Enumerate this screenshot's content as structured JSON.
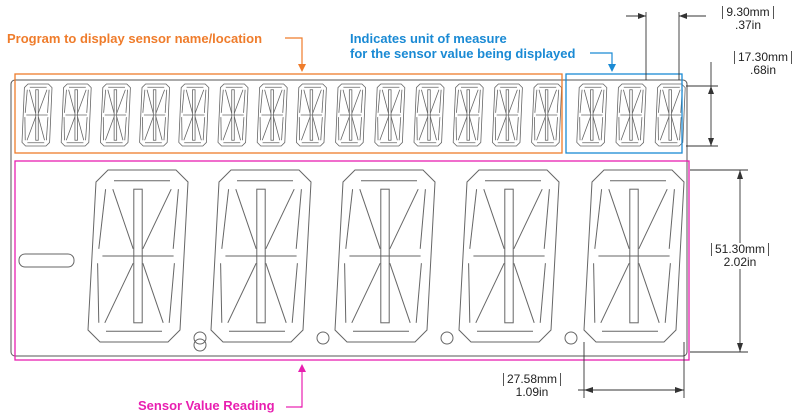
{
  "annotations": {
    "program_label": "Program to display sensor name/location",
    "unit_label_line1": "Indicates unit of measure",
    "unit_label_line2": "for the sensor value being displayed",
    "value_label": "Sensor Value Reading"
  },
  "dimensions": {
    "small_digit_width": {
      "mm": "9.30mm",
      "in": ".37in"
    },
    "small_digit_height": {
      "mm": "17.30mm",
      "in": ".68in"
    },
    "large_digit_height": {
      "mm": "51.30mm",
      "in": "2.02in"
    },
    "large_digit_width": {
      "mm": "27.58mm",
      "in": "1.09in"
    }
  },
  "display": {
    "small_digit_count": 17,
    "name_digit_count": 14,
    "unit_digit_count": 3,
    "large_digit_count": 5
  },
  "colors": {
    "orange": "#ef7c2b",
    "blue": "#1a8ad4",
    "magenta": "#e81fb0",
    "line": "#555555"
  }
}
